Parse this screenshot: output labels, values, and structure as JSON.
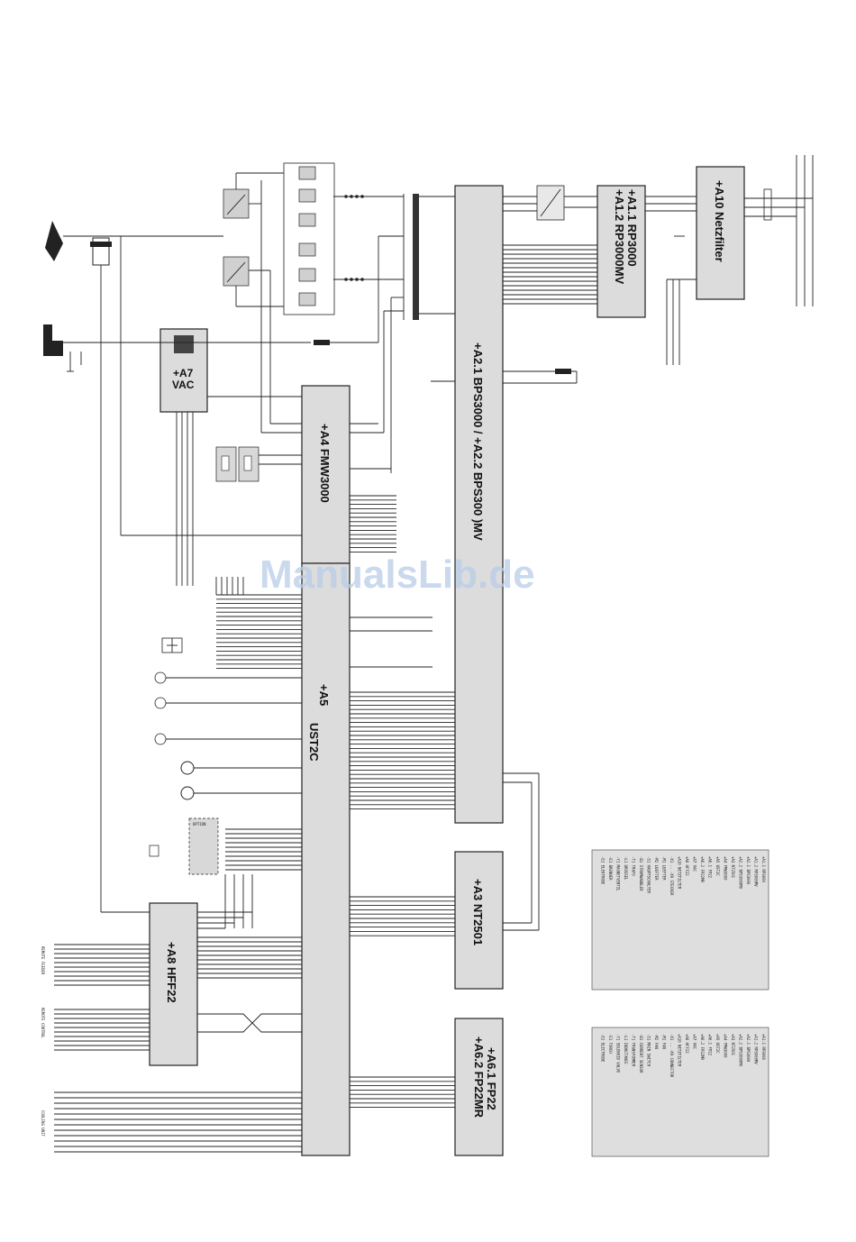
{
  "watermark": "ManualsLib.de",
  "modules": [
    {
      "id": "a10",
      "label_lines": [
        "+A10  Netzfilter"
      ]
    },
    {
      "id": "a1",
      "label_lines": [
        "+A1.1  RP3000",
        "+A1.2  RP3000MV"
      ]
    },
    {
      "id": "a2",
      "label_lines": [
        "+A2.1   BPS3000     /     +A2.2   BPS300 )MV"
      ]
    },
    {
      "id": "a7",
      "label_lines": [
        "+A7",
        "VAC"
      ]
    },
    {
      "id": "a4",
      "label_lines": [
        "+A4   FMW3000"
      ]
    },
    {
      "id": "a5",
      "label_lines": [
        "+A5",
        "UST2C"
      ]
    },
    {
      "id": "a3",
      "label_lines": [
        "+A3   NT2501"
      ]
    },
    {
      "id": "a6",
      "label_lines": [
        "+A6.1  FP22",
        "+A6.2  FP22MR"
      ]
    },
    {
      "id": "a8",
      "label_lines": [
        "+A8   HFF22"
      ]
    }
  ],
  "side_labels": {
    "remote_feeder": "REMOTE FEEDER",
    "remote_control": "REMOTE CONTROL",
    "cooling_unit": "COOLING UNIT",
    "option": "OPTION"
  },
  "legend1_lines": [
    "+A1.1 RP3000",
    "+A1.2 RP3000MV",
    "+A2.1 BPS3000",
    "+A2.2 BPS3000MV",
    "+A3 NT2501",
    "+A4 FMW3000",
    "+A5 UST2C",
    "+A6.1 FP22",
    "+A6.2 FP22MR",
    "+A7 VAC",
    "+A8 HFF22",
    "+A10 NETZFILTER",
    "-X1 .. -X9 STECKER",
    "-M1 LUEFTER",
    "-M2 LUEFTER",
    "-S1 HAUPTSCHALTER",
    "-B1 STROMWANDLER",
    "-T1 TRAFO",
    "-L1 DROSSEL",
    "-Y1 MAGNETVENTIL",
    "-E1 BRENNER",
    "-E2 ELEKTRODE"
  ],
  "legend2_lines": [
    "+A1.1 RP3000",
    "+A1.2 RP3000MV",
    "+A2.1 BPS3000",
    "+A2.2 BPS3000MV",
    "+A3 NT2501",
    "+A4 FMW3000",
    "+A5 UST2C",
    "+A6.1 FP22",
    "+A6.2 FP22MR",
    "+A7 VAC",
    "+A8 HFF22",
    "+A10 NETZFILTER",
    "-X1 .. -X9 CONNECTOR",
    "-M1 FAN",
    "-M2 FAN",
    "-S1 MAIN SWITCH",
    "-B1 CURRENT SENSOR",
    "-T1 TRANSFORMER",
    "-L1 INDUCTANCE",
    "-Y1 SOLENOID VALVE",
    "-E1 TORCH",
    "-E2 ELECTRODE"
  ]
}
